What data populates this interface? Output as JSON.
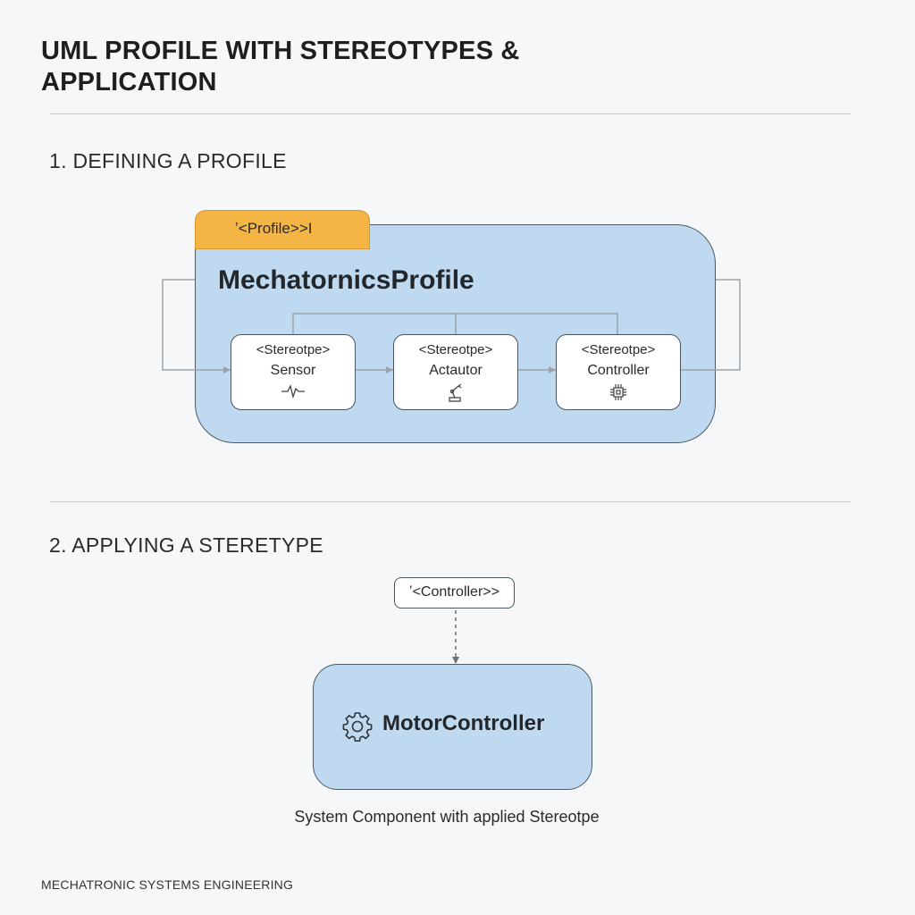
{
  "title": "UML PROFILE WITH STEREOTYPES & APPLICATION",
  "section1": {
    "heading": "1. DEFINING A PROFILE",
    "profile_tab": "ʼ<Profile>>I",
    "profile_name": "MechatornicsProfile",
    "stereotypes": [
      {
        "keyword": "<Stereotpe>",
        "name": "Sensor",
        "icon": "waveform-icon"
      },
      {
        "keyword": "<Stereotpe>",
        "name": "Actautor",
        "icon": "robot-arm-icon"
      },
      {
        "keyword": "<Stereotpe>",
        "name": "Controller",
        "icon": "chip-icon"
      }
    ]
  },
  "section2": {
    "heading": "2. APPLYING A STERETYPE",
    "applied_label": "ʼ<Controller>>",
    "component_name": "MotorController",
    "component_icon": "gear-icon",
    "caption": "System Component with applied Stereotpe"
  },
  "footer": "MECHATRONIC SYSTEMS ENGINEERING",
  "colors": {
    "profile_fill": "#bfdaf0",
    "tab_fill": "#f4b545",
    "connector": "#9aa3ab"
  }
}
